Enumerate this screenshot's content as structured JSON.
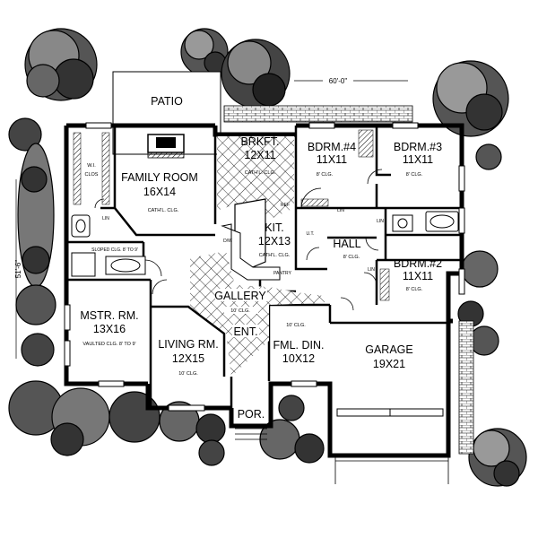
{
  "rooms": {
    "patio": {
      "name": "PATIO"
    },
    "family": {
      "name": "FAMILY ROOM",
      "size": "16X14",
      "note": "CATH'L. CLG."
    },
    "wi_clos": {
      "line1": "W.I.",
      "line2": "CLOS"
    },
    "brkft": {
      "name": "BRKFT.",
      "size": "12X11",
      "note": "CATH'L. CLG."
    },
    "kit": {
      "name": "KIT.",
      "size": "12X13",
      "note": "CATH'L. CLG."
    },
    "bdrm4": {
      "name": "BDRM.#4",
      "size": "11X11",
      "note": "8' CLG."
    },
    "bdrm3": {
      "name": "BDRM.#3",
      "size": "11X11",
      "note": "8' CLG."
    },
    "bdrm2": {
      "name": "BDRM.#2",
      "size": "11X11",
      "note": "8' CLG."
    },
    "hall": {
      "name": "HALL",
      "note": "8' CLG."
    },
    "mstr": {
      "name": "MSTR. RM.",
      "size": "13X16",
      "note": "VAULTED CLG. 8' TO 9'"
    },
    "living": {
      "name": "LIVING RM.",
      "size": "12X15",
      "note": "10' CLG."
    },
    "gallery": {
      "name": "GALLERY",
      "note": "10' CLG."
    },
    "ent": {
      "name": "ENT."
    },
    "fml_din": {
      "name": "FML. DIN.",
      "size": "10X12",
      "note": "10' CLG."
    },
    "garage": {
      "name": "GARAGE",
      "size": "19X21"
    },
    "por": {
      "name": "POR."
    }
  },
  "labels": {
    "sloped": "SLOPED CLG. 8' TO 9'",
    "pantry": "PANTRY",
    "lin": "LIN",
    "ref": "REF",
    "dw": "D/W",
    "ut": "U.T."
  },
  "dimensions": {
    "width": "60'-0\"",
    "depth": "51'-6\""
  }
}
